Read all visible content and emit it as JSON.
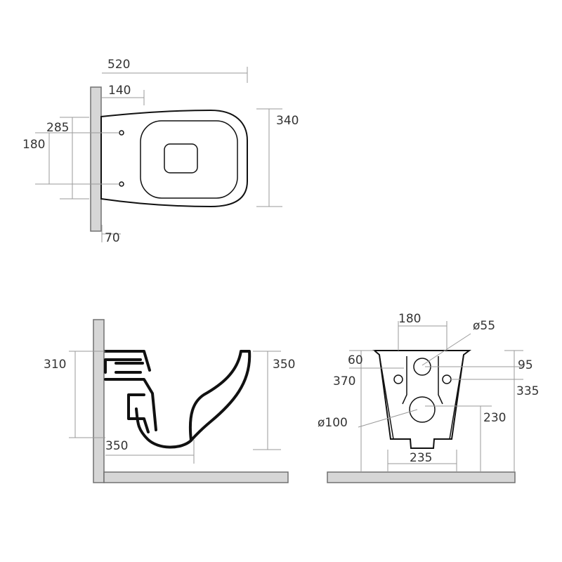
{
  "top_view": {
    "width": "520",
    "depth": "340",
    "fixing_offset": "140",
    "bolt_span_outer": "285",
    "bolt_span_inner": "180",
    "wall_clearance": "70"
  },
  "side_view": {
    "height_rear": "310",
    "height_front": "350",
    "projection": "350"
  },
  "front_view": {
    "bolt_span": "180",
    "inlet_diameter": "ø55",
    "rim_offset": "60",
    "overall_height": "370",
    "inlet_height": "95",
    "bolt_height": "335",
    "outlet_diameter": "ø100",
    "outlet_height": "230",
    "outlet_width": "235"
  }
}
